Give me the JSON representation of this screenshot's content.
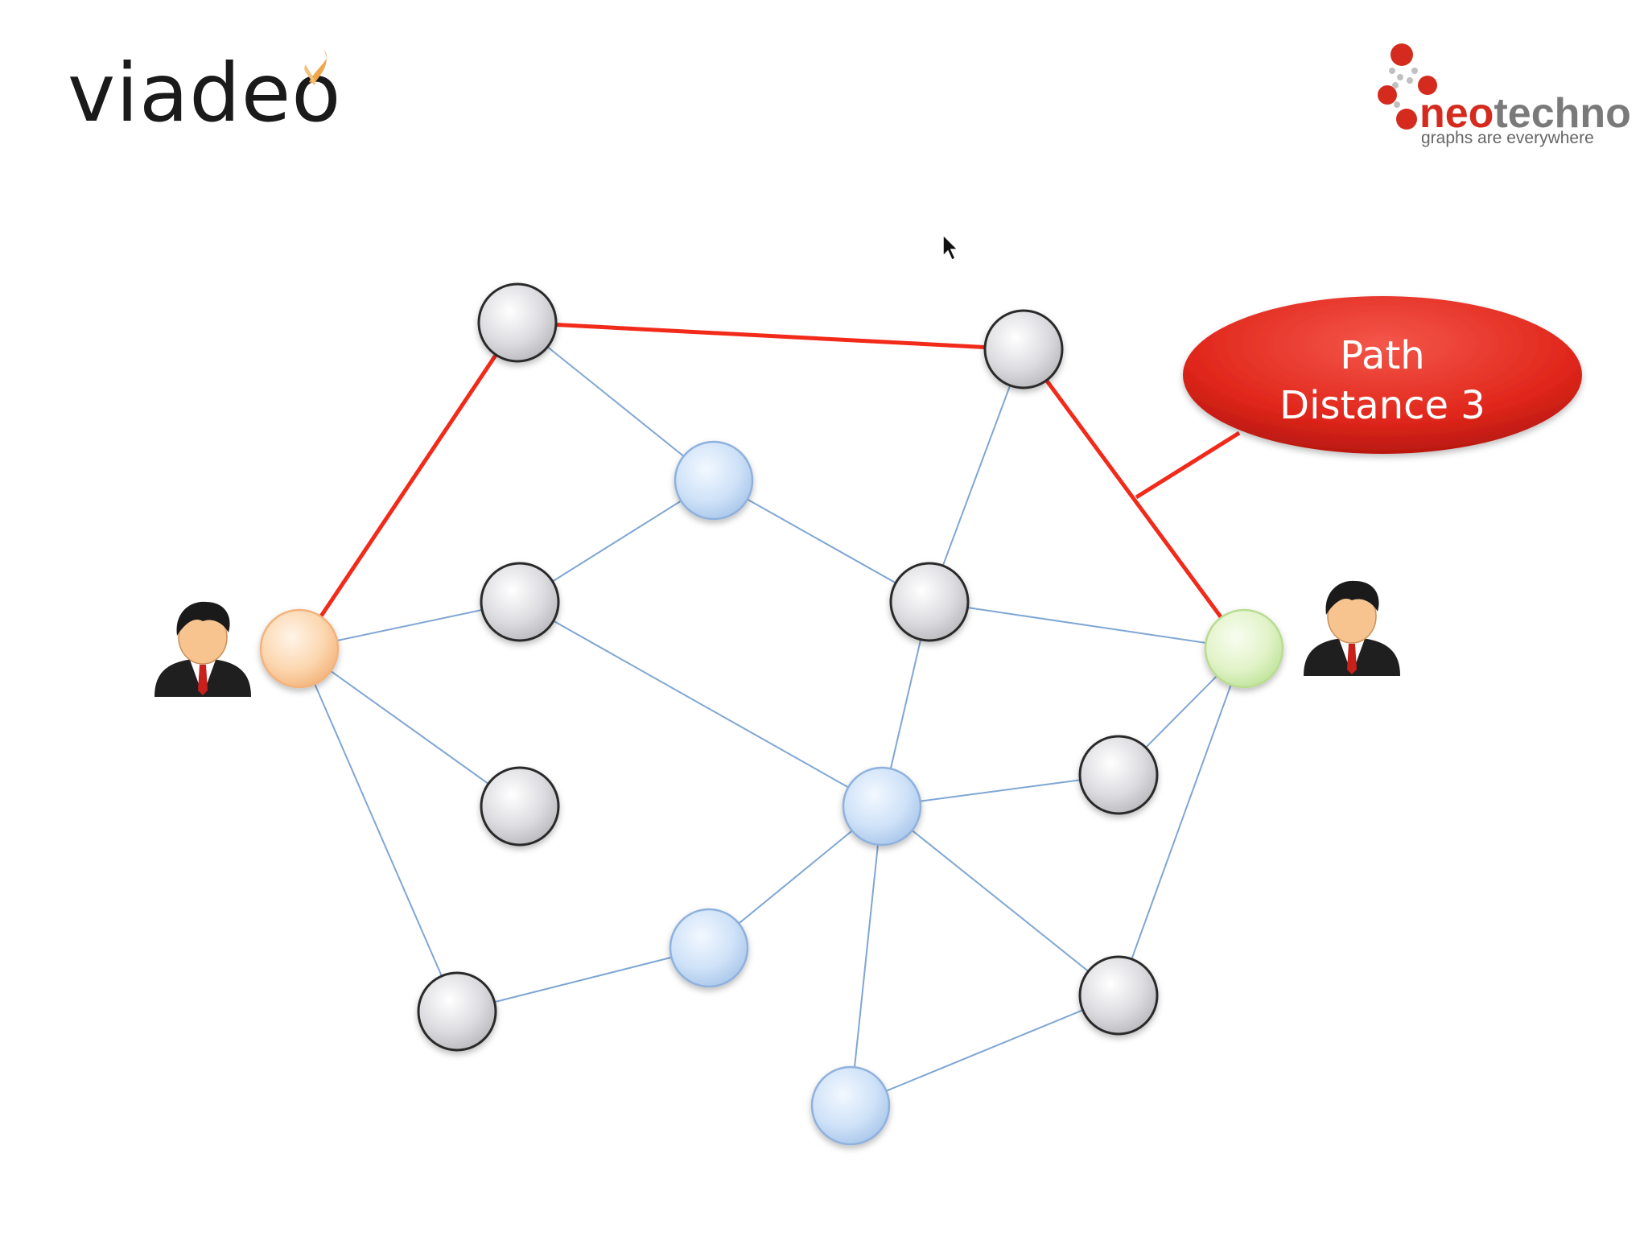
{
  "logos": {
    "viadeo": "viadeo",
    "neo_brand": "neo",
    "neo_brand_rest": "technology",
    "neo_tagline": "graphs are everywhere"
  },
  "callout": {
    "line1": "Path",
    "line2": "Distance 3",
    "color": "#e0261b"
  },
  "colors": {
    "path_edge": "#f22a1a",
    "edge": "#7fa6d4",
    "node_gray": "#d0d0d5",
    "node_blue": "#c9dcf5",
    "node_source": "#fcd3ac",
    "node_target": "#dff2c6"
  },
  "graph": {
    "nodes": [
      {
        "id": "source",
        "kind": "source"
      },
      {
        "id": "n1",
        "kind": "gray"
      },
      {
        "id": "n2",
        "kind": "gray"
      },
      {
        "id": "b1",
        "kind": "blue"
      },
      {
        "id": "n3",
        "kind": "gray"
      },
      {
        "id": "n4",
        "kind": "gray"
      },
      {
        "id": "target",
        "kind": "target"
      },
      {
        "id": "n5",
        "kind": "gray"
      },
      {
        "id": "b2",
        "kind": "blue"
      },
      {
        "id": "n6",
        "kind": "gray"
      },
      {
        "id": "b3",
        "kind": "blue"
      },
      {
        "id": "n7",
        "kind": "gray"
      },
      {
        "id": "n8",
        "kind": "gray"
      },
      {
        "id": "b4",
        "kind": "blue"
      }
    ],
    "edges": [
      {
        "from": "source",
        "to": "n1",
        "on_path": true
      },
      {
        "from": "n1",
        "to": "n2",
        "on_path": true
      },
      {
        "from": "n2",
        "to": "target",
        "on_path": true
      },
      {
        "from": "n1",
        "to": "b1",
        "on_path": false
      },
      {
        "from": "b1",
        "to": "n3",
        "on_path": false
      },
      {
        "from": "b1",
        "to": "n4",
        "on_path": false
      },
      {
        "from": "n2",
        "to": "n4",
        "on_path": false
      },
      {
        "from": "source",
        "to": "n3",
        "on_path": false
      },
      {
        "from": "source",
        "to": "n5",
        "on_path": false
      },
      {
        "from": "source",
        "to": "n7",
        "on_path": false
      },
      {
        "from": "n3",
        "to": "b2",
        "on_path": false
      },
      {
        "from": "n4",
        "to": "target",
        "on_path": false
      },
      {
        "from": "n4",
        "to": "b2",
        "on_path": false
      },
      {
        "from": "target",
        "to": "n6",
        "on_path": false
      },
      {
        "from": "target",
        "to": "n8",
        "on_path": false
      },
      {
        "from": "b2",
        "to": "n6",
        "on_path": false
      },
      {
        "from": "b2",
        "to": "b3",
        "on_path": false
      },
      {
        "from": "b2",
        "to": "n8",
        "on_path": false
      },
      {
        "from": "b2",
        "to": "b4",
        "on_path": false
      },
      {
        "from": "b3",
        "to": "n7",
        "on_path": false
      },
      {
        "from": "n8",
        "to": "b4",
        "on_path": false
      }
    ]
  },
  "people": [
    {
      "name": "user-source-icon"
    },
    {
      "name": "user-target-icon"
    }
  ]
}
